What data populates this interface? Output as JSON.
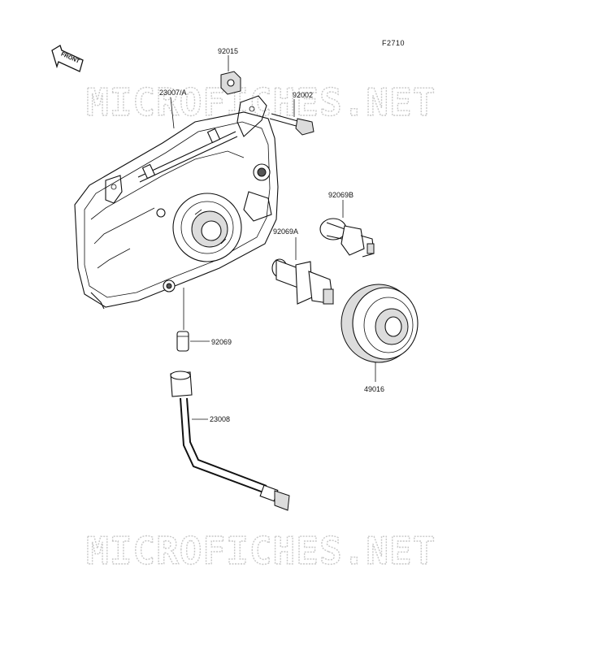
{
  "figure_ref": "F2710",
  "front_label": "FRONT",
  "watermark": "MICROFICHES.NET",
  "parts": [
    {
      "id": "23007A",
      "number": "23007/A"
    },
    {
      "id": "92015",
      "number": "92015"
    },
    {
      "id": "92002",
      "number": "92002"
    },
    {
      "id": "92069B",
      "number": "92069B"
    },
    {
      "id": "92069A",
      "number": "92069A"
    },
    {
      "id": "92069",
      "number": "92069"
    },
    {
      "id": "49016",
      "number": "49016"
    },
    {
      "id": "23008",
      "number": "23008"
    }
  ]
}
